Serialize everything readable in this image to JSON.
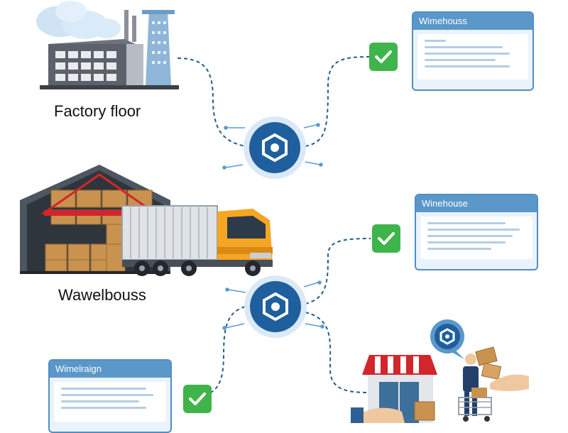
{
  "labels": {
    "factory": "Factory floor",
    "warehouse": "Wawelbouss"
  },
  "cards": {
    "top": {
      "title": "Wimehouss"
    },
    "middle": {
      "title": "Winehouse"
    },
    "bottom": {
      "title": "Wimelraign"
    }
  },
  "colors": {
    "accent": "#2f6fae",
    "hub": "#1f5f9e",
    "check": "#3fb44a",
    "connector": "#2a5d85",
    "card_header": "#5b97c9",
    "truck_cab": "#f5a623"
  },
  "icons": [
    "factory-icon",
    "warehouse-icon",
    "truck-icon",
    "hub-gear-icon",
    "checkmark-icon",
    "store-icon",
    "shopper-icon",
    "parcel-icon"
  ]
}
